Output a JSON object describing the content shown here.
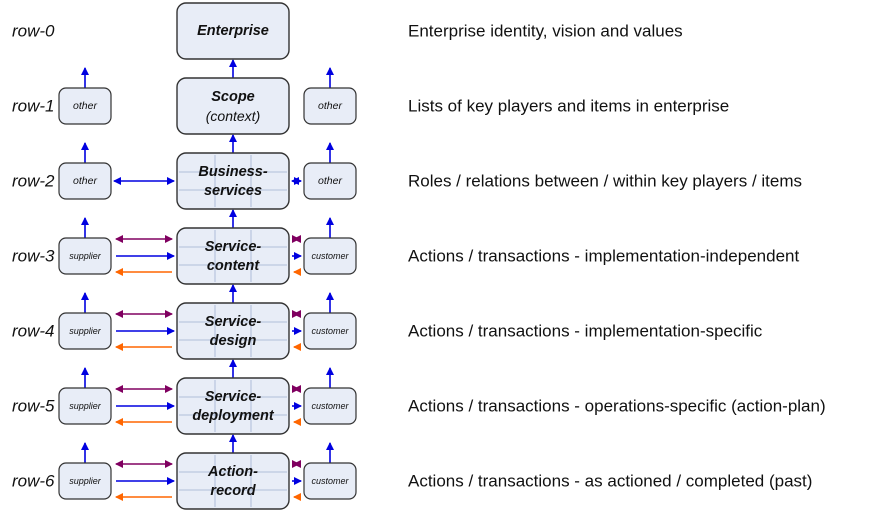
{
  "colors": {
    "box_fill": "#e8edf7",
    "box_stroke": "#333333",
    "grid_line": "#9fb0d0",
    "arrow_blue": "#0000e0",
    "arrow_purple": "#800060",
    "arrow_orange": "#ff6600"
  },
  "rows": [
    {
      "label": "row-0",
      "center_lines": [
        "Enterprise"
      ],
      "left": null,
      "right": null,
      "description": "Enterprise identity, vision and values"
    },
    {
      "label": "row-1",
      "center_lines": [
        "Scope",
        "(context)"
      ],
      "left": "other",
      "right": "other",
      "description": "Lists of key players and items in enterprise"
    },
    {
      "label": "row-2",
      "center_lines": [
        "Business-",
        "services"
      ],
      "left": "other",
      "right": "other",
      "description": "Roles / relations between / within key players / items"
    },
    {
      "label": "row-3",
      "center_lines": [
        "Service-",
        "content"
      ],
      "left": "supplier",
      "right": "customer",
      "description": "Actions / transactions - implementation-independent"
    },
    {
      "label": "row-4",
      "center_lines": [
        "Service-",
        "design"
      ],
      "left": "supplier",
      "right": "customer",
      "description": "Actions / transactions - implementation-specific"
    },
    {
      "label": "row-5",
      "center_lines": [
        "Service-",
        "deployment"
      ],
      "left": "supplier",
      "right": "customer",
      "description": "Actions / transactions - operations-specific (action-plan)"
    },
    {
      "label": "row-6",
      "center_lines": [
        "Action-",
        "record"
      ],
      "left": "supplier",
      "right": "customer",
      "description": "Actions / transactions - as actioned / completed (past)"
    }
  ]
}
